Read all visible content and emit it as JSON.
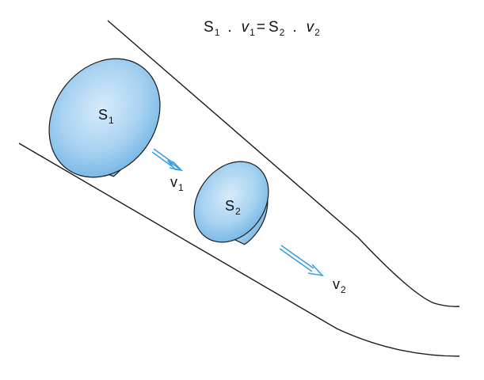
{
  "equation": {
    "s1": "S",
    "s1_sub": "1",
    "dot1": ".",
    "v1": "v",
    "v1_sub": "1",
    "equals": "=",
    "s2": "S",
    "s2_sub": "2",
    "dot2": ".",
    "v2": "v",
    "v2_sub": "2"
  },
  "sections": [
    {
      "label": "S",
      "sub": "1"
    },
    {
      "label": "S",
      "sub": "2"
    }
  ],
  "velocities": [
    {
      "label": "v",
      "sub": "1"
    },
    {
      "label": "v",
      "sub": "2"
    }
  ],
  "colors": {
    "section_light": "#cfe6f8",
    "section_mid": "#8cc3ea",
    "section_dark": "#4a9ad8",
    "arrow": "#3aa0dc",
    "outline": "#1a1a1a"
  }
}
